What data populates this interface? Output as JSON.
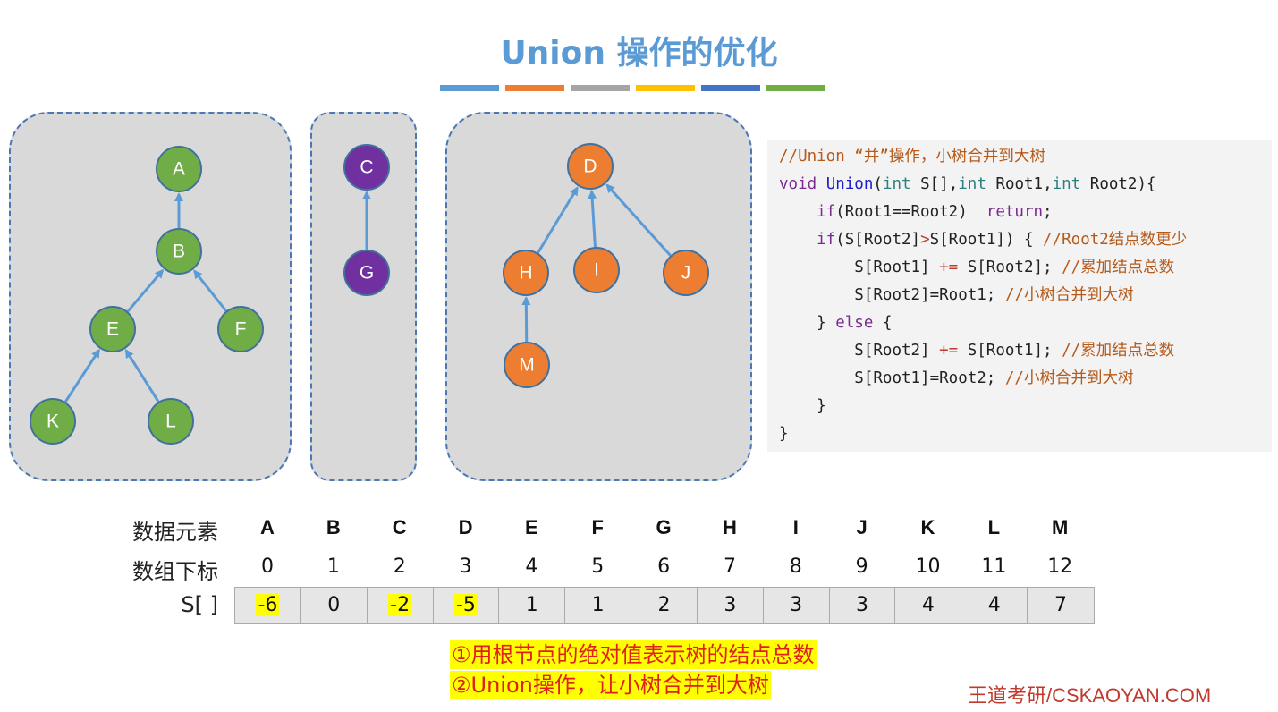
{
  "title": "Union 操作的优化",
  "color_bar": [
    "#5b9bd5",
    "#ed7d31",
    "#a5a5a5",
    "#ffc000",
    "#4472c4",
    "#70ad47"
  ],
  "trees": {
    "nodes": [
      {
        "id": "A",
        "color": "#70ad47"
      },
      {
        "id": "B",
        "color": "#70ad47"
      },
      {
        "id": "E",
        "color": "#70ad47"
      },
      {
        "id": "F",
        "color": "#70ad47"
      },
      {
        "id": "K",
        "color": "#70ad47"
      },
      {
        "id": "L",
        "color": "#70ad47"
      },
      {
        "id": "C",
        "color": "#7030a0"
      },
      {
        "id": "G",
        "color": "#7030a0"
      },
      {
        "id": "D",
        "color": "#ed7d31"
      },
      {
        "id": "H",
        "color": "#ed7d31"
      },
      {
        "id": "I",
        "color": "#ed7d31"
      },
      {
        "id": "J",
        "color": "#ed7d31"
      },
      {
        "id": "M",
        "color": "#ed7d31"
      }
    ],
    "edges": [
      [
        "B",
        "A"
      ],
      [
        "E",
        "B"
      ],
      [
        "F",
        "B"
      ],
      [
        "K",
        "E"
      ],
      [
        "L",
        "E"
      ],
      [
        "G",
        "C"
      ],
      [
        "H",
        "D"
      ],
      [
        "I",
        "D"
      ],
      [
        "J",
        "D"
      ],
      [
        "M",
        "H"
      ]
    ]
  },
  "code": {
    "line1": "//Union “并”操作，小树合并到大树",
    "line2_kw_void": "void",
    "line2_fn": "Union",
    "line2_int1": "int",
    "line2_a": "S[],",
    "line2_int2": "int",
    "line2_b": "Root1,",
    "line2_int3": "int",
    "line2_c": "Root2){",
    "line3_kw_if": "if",
    "line3_a": "(Root1==Root2)  ",
    "line3_kw_return": "return",
    "line3_b": ";",
    "line4_kw_if": "if",
    "line4_a": "(S[Root2]",
    "line4_op": ">",
    "line4_b": "S[Root1]) { ",
    "line4_comment": "//Root2结点数更少",
    "line5_a": "S[Root1] ",
    "line5_op": "+=",
    "line5_b": " S[Root2]; ",
    "line5_comment": "//累加结点总数",
    "line6_a": "S[Root2]=Root1; ",
    "line6_comment": "//小树合并到大树",
    "line7_a": "} ",
    "line7_kw_else": "else",
    "line7_b": " {",
    "line8_a": "S[Root2] ",
    "line8_op": "+=",
    "line8_b": " S[Root1]; ",
    "line8_comment": "//累加结点总数",
    "line9_a": "S[Root1]=Root2; ",
    "line9_comment": "//小树合并到大树",
    "line10": "}",
    "line11": "}"
  },
  "table": {
    "label_elements": "数据元素",
    "label_index": "数组下标",
    "label_s": "S[ ]",
    "elements": [
      "A",
      "B",
      "C",
      "D",
      "E",
      "F",
      "G",
      "H",
      "I",
      "J",
      "K",
      "L",
      "M"
    ],
    "indices": [
      "0",
      "1",
      "2",
      "3",
      "4",
      "5",
      "6",
      "7",
      "8",
      "9",
      "10",
      "11",
      "12"
    ],
    "s_values": [
      "-6",
      "0",
      "-2",
      "-5",
      "1",
      "1",
      "2",
      "3",
      "3",
      "3",
      "4",
      "4",
      "7"
    ],
    "highlighted": [
      true,
      false,
      true,
      true,
      false,
      false,
      false,
      false,
      false,
      false,
      false,
      false,
      false
    ]
  },
  "notes": {
    "note1": "①用根节点的绝对值表示树的结点总数",
    "note2": "②Union操作，让小树合并到大树"
  },
  "footer": "王道考研/CSKAOYAN.COM"
}
